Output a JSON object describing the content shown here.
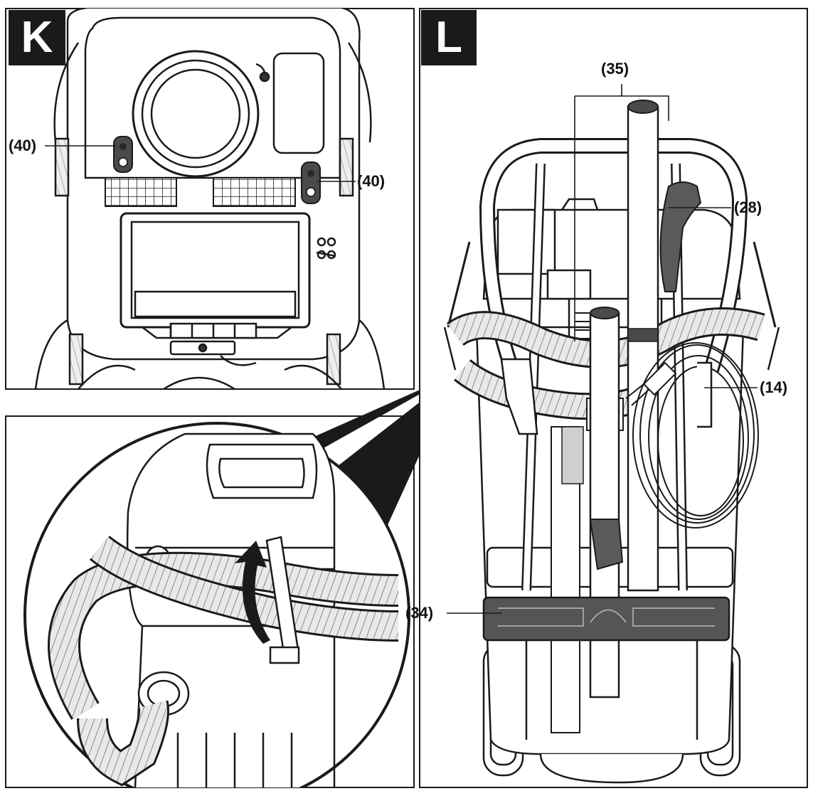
{
  "panels": [
    {
      "id": "K",
      "badge": "K"
    },
    {
      "id": "L",
      "badge": "L"
    },
    {
      "id": "detail",
      "badge": ""
    }
  ],
  "labels": {
    "k_40_left": "(40)",
    "k_40_right": "(40)",
    "l_35": "(35)",
    "l_28": "(28)",
    "l_14": "(14)",
    "l_34": "(34)"
  },
  "colors": {
    "ink": "#1a1a1a",
    "part_dark": "#4a4a4a",
    "part_mid": "#7a7a7a",
    "paper": "#ffffff"
  }
}
